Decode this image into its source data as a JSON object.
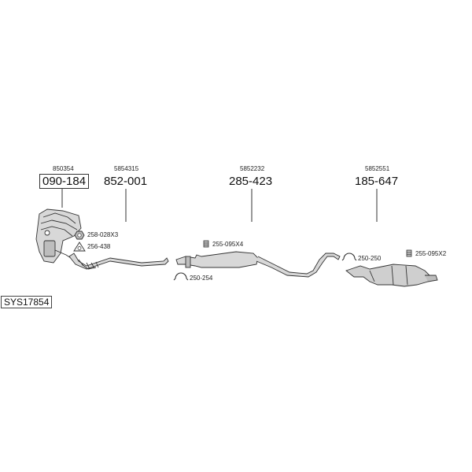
{
  "system_code": "SYS17854",
  "parts": [
    {
      "oe": "850354",
      "number": "090-184",
      "boxed": true
    },
    {
      "oe": "5854315",
      "number": "852-001",
      "boxed": false
    },
    {
      "oe": "5852232",
      "number": "285-423",
      "boxed": false
    },
    {
      "oe": "5852551",
      "number": "185-647",
      "boxed": false
    }
  ],
  "accessories": [
    {
      "code": "258-028X3",
      "icon": "nut-icon"
    },
    {
      "code": "256-438",
      "icon": "gasket-icon"
    },
    {
      "code": "255-095X4",
      "icon": "bolt-icon"
    },
    {
      "code": "250-254",
      "icon": "clamp-icon"
    },
    {
      "code": "250-250",
      "icon": "clamp-icon"
    },
    {
      "code": "255-095X2",
      "icon": "bolt-icon"
    }
  ]
}
